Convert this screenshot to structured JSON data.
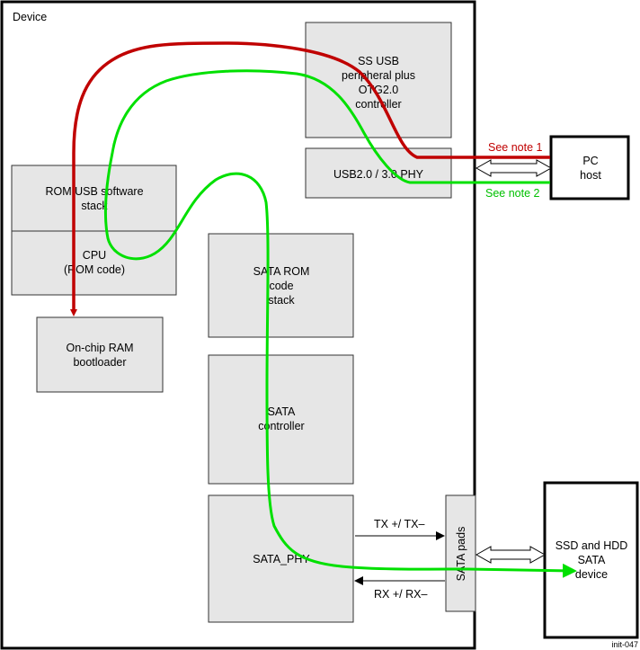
{
  "device_label": "Device",
  "blocks": {
    "ss_usb": [
      "SS USB",
      "peripheral plus",
      "OTG2.0",
      "controller"
    ],
    "usb_phy": [
      "USB2.0 / 3.0 PHY"
    ],
    "rom_usb": [
      "ROM USB software",
      "stack"
    ],
    "cpu": [
      "CPU",
      "(ROM code)"
    ],
    "onchip_ram": [
      "On-chip RAM",
      "bootloader"
    ],
    "sata_rom": [
      "SATA ROM",
      "code",
      "stack"
    ],
    "sata_ctrl": [
      "SATA",
      "controller"
    ],
    "sata_phy": [
      "SATA_PHY"
    ],
    "sata_pads": "SATA pads"
  },
  "external": {
    "pc_host": [
      "PC",
      "host"
    ],
    "ssd": [
      "SSD and HDD",
      "SATA",
      "device"
    ]
  },
  "notes": {
    "note1": "See note 1",
    "note2": "See note 2"
  },
  "signals": {
    "tx": "TX +/ TX–",
    "rx": "RX +/ RX–"
  },
  "figure_id": "init-047",
  "colors": {
    "red_path": "#c00000",
    "green_path": "#00e000",
    "block_fill": "#e6e6e6"
  }
}
